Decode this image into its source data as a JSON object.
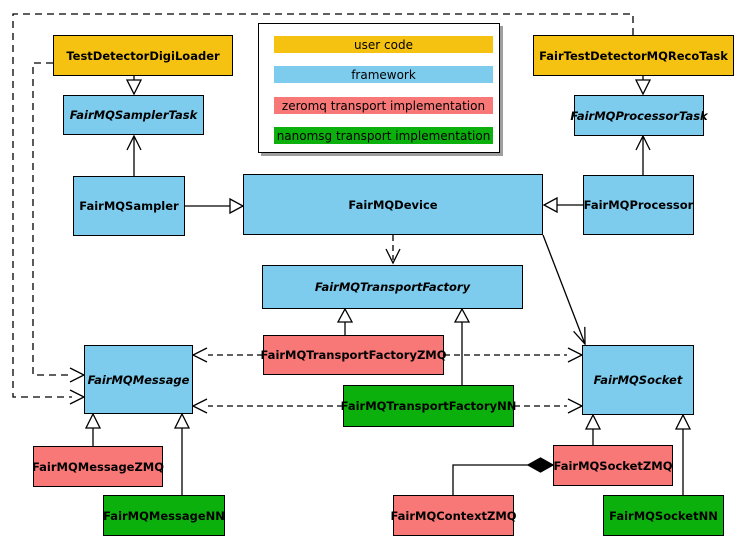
{
  "colors": {
    "user_code": "#F5C211",
    "framework": "#7DCCEE",
    "zeromq": "#F87777",
    "nanomsg": "#0CB00C",
    "line": "#000000",
    "legend_shadow": "#9E9E9E"
  },
  "legend": {
    "items": [
      {
        "label": "user code",
        "category": "user_code"
      },
      {
        "label": "framework",
        "category": "framework"
      },
      {
        "label": "zeromq transport implementation",
        "category": "zeromq"
      },
      {
        "label": "nanomsg transport implementation",
        "category": "nanomsg"
      }
    ]
  },
  "nodes": {
    "test_detector_digi_loader": {
      "label": "TestDetectorDigiLoader",
      "category": "user_code",
      "abstract": false
    },
    "fair_test_detector_mq_reco_task": {
      "label": "FairTestDetectorMQRecoTask",
      "category": "user_code",
      "abstract": false
    },
    "fair_mq_sampler_task": {
      "label": "FairMQSamplerTask",
      "category": "framework",
      "abstract": true
    },
    "fair_mq_processor_task": {
      "label": "FairMQProcessorTask",
      "category": "framework",
      "abstract": true
    },
    "fair_mq_sampler": {
      "label": "FairMQSampler",
      "category": "framework",
      "abstract": false
    },
    "fair_mq_device": {
      "label": "FairMQDevice",
      "category": "framework",
      "abstract": false
    },
    "fair_mq_processor": {
      "label": "FairMQProcessor",
      "category": "framework",
      "abstract": false
    },
    "fair_mq_transport_factory": {
      "label": "FairMQTransportFactory",
      "category": "framework",
      "abstract": true
    },
    "fair_mq_transport_factory_zmq": {
      "label": "FairMQTransportFactoryZMQ",
      "category": "zeromq",
      "abstract": false
    },
    "fair_mq_transport_factory_nn": {
      "label": "FairMQTransportFactoryNN",
      "category": "nanomsg",
      "abstract": false
    },
    "fair_mq_message": {
      "label": "FairMQMessage",
      "category": "framework",
      "abstract": true
    },
    "fair_mq_message_zmq": {
      "label": "FairMQMessageZMQ",
      "category": "zeromq",
      "abstract": false
    },
    "fair_mq_message_nn": {
      "label": "FairMQMessageNN",
      "category": "nanomsg",
      "abstract": false
    },
    "fair_mq_socket": {
      "label": "FairMQSocket",
      "category": "framework",
      "abstract": true
    },
    "fair_mq_socket_zmq": {
      "label": "FairMQSocketZMQ",
      "category": "zeromq",
      "abstract": false
    },
    "fair_mq_socket_nn": {
      "label": "FairMQSocketNN",
      "category": "nanomsg",
      "abstract": false
    },
    "fair_mq_context_zmq": {
      "label": "FairMQContextZMQ",
      "category": "zeromq",
      "abstract": false
    }
  }
}
